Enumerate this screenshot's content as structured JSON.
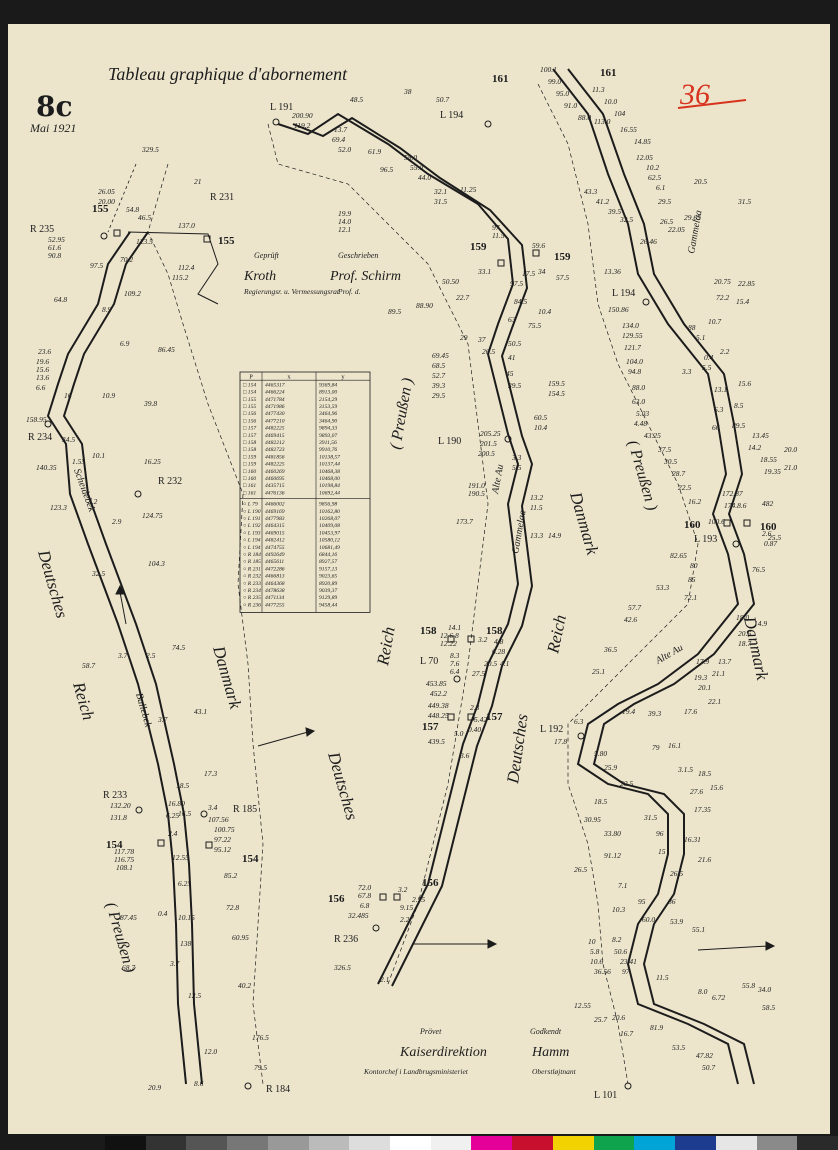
{
  "header": {
    "title": "Tableau graphique d'abornement",
    "sheet_number": "8c",
    "date": "Mai 1921",
    "archive_number": "36"
  },
  "regions": {
    "deutsches": "Deutsches",
    "reich": "Reich",
    "danmark": "Danmark",
    "preussen": "( Preußen )"
  },
  "streams": {
    "scheidebek": "Scheidebek",
    "ballebek": "Ballebek",
    "alte_au": "Alte Au",
    "gammelaa": "Gammelaa"
  },
  "station_numbers": [
    "161",
    "155",
    "159",
    "158",
    "157",
    "160",
    "156",
    "154"
  ],
  "reference_points": [
    "R 231",
    "R 235",
    "R 234",
    "R 232",
    "R 233",
    "R 185",
    "R 236",
    "R 184",
    "L 191",
    "L 194",
    "L 190",
    "L 70",
    "L 192",
    "L 193",
    "L 101"
  ],
  "coordinate_table": {
    "headers": [
      "P",
      "x",
      "y"
    ],
    "rows_stones": [
      [
        "154",
        "4465317",
        "9369,84"
      ],
      [
        "154",
        "4466224",
        "8913,00"
      ],
      [
        "155",
        "4471784",
        "2154,29"
      ],
      [
        "155",
        "4471986",
        "3153,59"
      ],
      [
        "156",
        "4477430",
        "3464,96"
      ],
      [
        "156",
        "4477210",
        "3464,90"
      ],
      [
        "157",
        "4482225",
        "9894,33"
      ],
      [
        "157",
        "4469415",
        "9893,07"
      ],
      [
        "158",
        "4482212",
        "3911,56"
      ],
      [
        "158",
        "4482723",
        "9910,76"
      ],
      [
        "159",
        "4481856",
        "10138,57"
      ],
      [
        "159",
        "4482225",
        "10137,44"
      ],
      [
        "160",
        "4460269",
        "10468,38"
      ],
      [
        "160",
        "4460695",
        "10468,00"
      ],
      [
        "161",
        "4435715",
        "10198,84"
      ],
      [
        "161",
        "4476136",
        "10692,44"
      ]
    ],
    "rows_refs": [
      [
        "L 79",
        "4466002",
        "9856,98"
      ],
      [
        "L 190",
        "4469169",
        "10162,80"
      ],
      [
        "L 191",
        "4477983",
        "10268,07"
      ],
      [
        "L 192",
        "4464315",
        "10409,08"
      ],
      [
        "L 193",
        "4469015",
        "10453,97"
      ],
      [
        "L 194",
        "4482412",
        "10580,12"
      ],
      [
        "L 194",
        "4474755",
        "10681,49"
      ],
      [
        "R 184",
        "4492649",
        "6844,16"
      ],
      [
        "R 185",
        "4465611",
        "8927,57"
      ],
      [
        "R 231",
        "4472286",
        "9157,13"
      ],
      [
        "R 232",
        "4466813",
        "9023,65"
      ],
      [
        "R 233",
        "4464368",
        "8920,89"
      ],
      [
        "R 234",
        "4478638",
        "9039,37"
      ],
      [
        "R 235",
        "4471134",
        "9129,89"
      ],
      [
        "R 236",
        "4477255",
        "9458,44"
      ]
    ]
  },
  "left_numbers": [
    "329.5",
    "21",
    "26.05",
    "20.00",
    "54.8",
    "46.5",
    "137.0",
    "52.95",
    "61.6",
    "90.8",
    "97.5",
    "123.5",
    "70.2",
    "112.4",
    "115.2",
    "109.2",
    "64.8",
    "8.9",
    "6.9",
    "86.45",
    "23.6",
    "19.6",
    "15.6",
    "13.6",
    "6.6",
    "16",
    "10.9",
    "39.8",
    "158.95",
    "34.5",
    "10.1",
    "1.55",
    "16.25",
    "140.35",
    "123.3",
    "3.2",
    "2.9",
    "124.75",
    "104.3",
    "32.5",
    "58.7",
    "3.7",
    "2.5",
    "74.5",
    "3.7",
    "43.1",
    "18.5",
    "17.3",
    "132.20",
    "131.8",
    "16.80",
    "6.25",
    "16.5",
    "3.4",
    "107.56",
    "100.75",
    "97.22",
    "95.12",
    "117.78",
    "116.75",
    "108.1",
    "2.4",
    "12.55",
    "6.25",
    "85.2",
    "87.45",
    "0.4",
    "10.15",
    "72.8",
    "138",
    "60.95",
    "68.7",
    "3.7",
    "12.5",
    "40.2",
    "12.0",
    "176.5",
    "20.9",
    "8.6",
    "79.5"
  ],
  "center_numbers": [
    "48.5",
    "38",
    "50.7",
    "200.90",
    "119.2",
    "13.7",
    "69.4",
    "52.0",
    "61.9",
    "96.5",
    "58.0",
    "55.0",
    "44.0",
    "32.1",
    "31.5",
    "11.25",
    "19.9",
    "14.0",
    "12.1",
    "97",
    "11.5",
    "59.6",
    "17.5",
    "34",
    "57.5",
    "50.50",
    "33.1",
    "97.5",
    "89.5",
    "84.5",
    "10.4",
    "22.7",
    "63",
    "75.5",
    "88.90",
    "69.45",
    "68.5",
    "52.7",
    "29",
    "37",
    "50.5",
    "26.5",
    "41",
    "39.3",
    "29.5",
    "45",
    "39.5",
    "159.5",
    "154.5",
    "60.5",
    "10.4",
    "205.25",
    "201.5",
    "200.5",
    "3.3",
    "5.5",
    "191.0",
    "190.5",
    "13.2",
    "11.5",
    "173.7",
    "13.3",
    "14.9",
    "14.1",
    "12.6.8",
    "12.22",
    "3.2",
    "4.8",
    "6.28",
    "8.3",
    "7.6",
    "6.4",
    "20.5",
    "4.1",
    "27.5",
    "453.85",
    "452.2",
    "449.38",
    "2.3",
    "448.25",
    "5.42",
    "439.5",
    "5.0",
    "0.40",
    "3.6",
    "72.0",
    "67.8",
    "6.8",
    "32.485",
    "3.2",
    "2.95",
    "9.15",
    "2.2",
    "326.5",
    "2.1"
  ],
  "right_numbers": [
    "100.1",
    "99.0",
    "95.0",
    "91.0",
    "88.0",
    "11.3",
    "10.0",
    "113.0",
    "104",
    "16.55",
    "14.85",
    "12.05",
    "10.2",
    "62.5",
    "6.1",
    "43.3",
    "41.2",
    "39.5",
    "32.5",
    "29.5",
    "26.5",
    "22.05",
    "20.5",
    "29.65",
    "31.5",
    "13.36",
    "26.46",
    "20.75",
    "22.85",
    "150.86",
    "72.2",
    "15.4",
    "134.0",
    "88",
    "10.7",
    "129.55",
    "5.1",
    "121.7",
    "104.0",
    "0.4",
    "2.2",
    "94.8",
    "3.3",
    "5.5",
    "88.0",
    "63.0",
    "13.1",
    "15.6",
    "5.03",
    "4.48",
    "6.3",
    "8.5",
    "43.25",
    "66",
    "89.5",
    "13.45",
    "37.5",
    "14.2",
    "30.5",
    "18.55",
    "20.0",
    "28.7",
    "19.35",
    "21.0",
    "22.5",
    "172.87",
    "16.2",
    "174.8.6",
    "482",
    "100.6",
    "2.6",
    "0.87",
    "25.5",
    "82.65",
    "80",
    "85",
    "76.5",
    "53.3",
    "72.1",
    "57.7",
    "18.0",
    "14.9",
    "42.6",
    "20.6",
    "18.7",
    "36.5",
    "17.9",
    "13.7",
    "25.1",
    "19.3",
    "21.1",
    "20.1",
    "22.1",
    "6.3",
    "17.6",
    "19.4",
    "39.3",
    "79",
    "16.1",
    "17.8",
    "5.80",
    "25.9",
    "3.1.5",
    "18.5",
    "20.5",
    "27.6",
    "15.6",
    "18.5",
    "17.35",
    "30.95",
    "31.5",
    "33.80",
    "96",
    "16.31",
    "91.12",
    "15",
    "21.6",
    "26.5",
    "26.5",
    "7.1",
    "95",
    "86",
    "10.3",
    "60.0",
    "53.9",
    "55.1",
    "10",
    "5.8",
    "10.6",
    "8.2",
    "50.6",
    "23.41",
    "36.56",
    "97",
    "11.5",
    "12.55",
    "8.0",
    "6.72",
    "55.8",
    "34.0",
    "25.7",
    "20.6",
    "16.7",
    "81.9",
    "53.5",
    "47.82",
    "58.5",
    "50.7"
  ],
  "signatures": {
    "left_caption_1": "Geprüft",
    "left_caption_2": "Regierungsr. u. Vermessungsrat",
    "left_sign": "Kroth",
    "right_caption_1": "Geschrieben",
    "right_caption_2": "Prof. d.",
    "right_sign": "Prof. Schirm",
    "bottom_left_caption": "Prövet",
    "bottom_left_name": "Kaiserdirektion",
    "bottom_left_title": "Kontorchef i Landbrugsministeriet",
    "bottom_right_caption": "Godkendt",
    "bottom_right_name": "Hamm",
    "bottom_right_title": "Oberstløjtnant"
  },
  "colors": {
    "paper": "#ece5cc",
    "ink": "#1c1c1c",
    "annotation_red": "#d8331f"
  },
  "color_bar": [
    "#111111",
    "#333333",
    "#555555",
    "#777777",
    "#999999",
    "#bbbbbb",
    "#dddddd",
    "#ffffff",
    "#f0f0f0",
    "#e6009a",
    "#c8102e",
    "#f2d200",
    "#0fa34d",
    "#00a4d6",
    "#1d3b8f",
    "#e6e6e6",
    "#8a8a8a",
    "#2a2a2a"
  ]
}
